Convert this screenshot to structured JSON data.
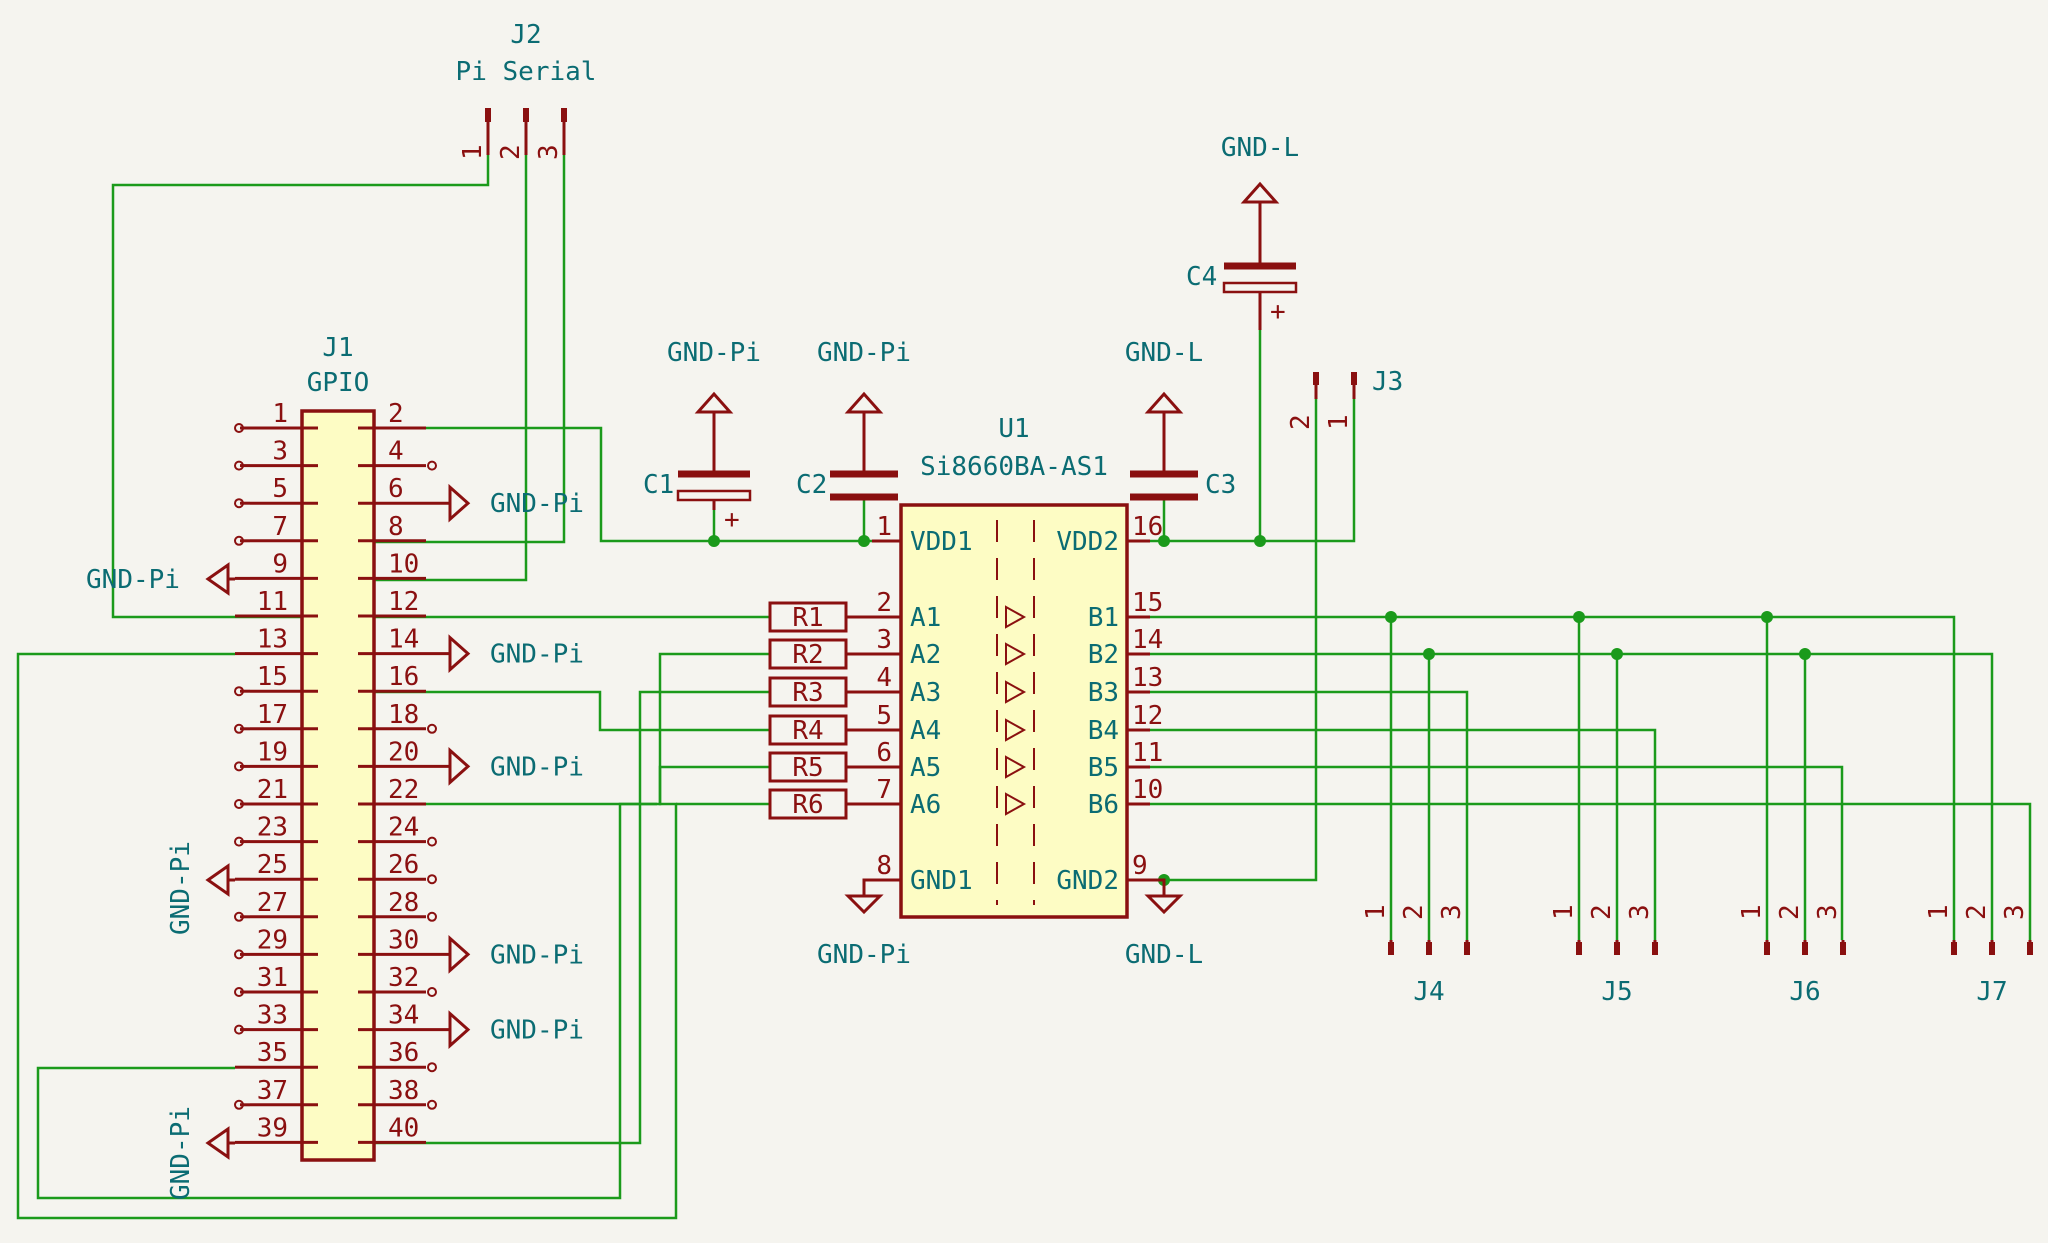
{
  "title": "",
  "refs": {
    "j1": {
      "ref": "J1",
      "value": "GPIO"
    },
    "j2": {
      "ref": "J2",
      "value": "Pi Serial"
    },
    "j3": {
      "ref": "J3"
    },
    "j4": {
      "ref": "J4"
    },
    "j5": {
      "ref": "J5"
    },
    "j6": {
      "ref": "J6"
    },
    "j7": {
      "ref": "J7"
    },
    "u1": {
      "ref": "U1",
      "value": "Si8660BA-AS1"
    },
    "c1": {
      "ref": "C1"
    },
    "c2": {
      "ref": "C2"
    },
    "c3": {
      "ref": "C3"
    },
    "c4": {
      "ref": "C4"
    },
    "r1": {
      "ref": "R1"
    },
    "r2": {
      "ref": "R2"
    },
    "r3": {
      "ref": "R3"
    },
    "r4": {
      "ref": "R4"
    },
    "r5": {
      "ref": "R5"
    },
    "r6": {
      "ref": "R6"
    }
  },
  "power": {
    "gnd_pi": "GND-Pi",
    "gnd_l": "GND-L"
  },
  "u1_pins": {
    "left": [
      {
        "num": "1",
        "name": "VDD1"
      },
      {
        "num": "2",
        "name": "A1"
      },
      {
        "num": "3",
        "name": "A2"
      },
      {
        "num": "4",
        "name": "A3"
      },
      {
        "num": "5",
        "name": "A4"
      },
      {
        "num": "6",
        "name": "A5"
      },
      {
        "num": "7",
        "name": "A6"
      },
      {
        "num": "8",
        "name": "GND1"
      }
    ],
    "right": [
      {
        "num": "16",
        "name": "VDD2"
      },
      {
        "num": "15",
        "name": "B1"
      },
      {
        "num": "14",
        "name": "B2"
      },
      {
        "num": "13",
        "name": "B3"
      },
      {
        "num": "12",
        "name": "B4"
      },
      {
        "num": "11",
        "name": "B5"
      },
      {
        "num": "10",
        "name": "B6"
      },
      {
        "num": "9",
        "name": "GND2"
      }
    ]
  },
  "gpio_odd": [
    "1",
    "3",
    "5",
    "7",
    "9",
    "11",
    "13",
    "15",
    "17",
    "19",
    "21",
    "23",
    "25",
    "27",
    "29",
    "31",
    "33",
    "35",
    "37",
    "39"
  ],
  "gpio_even": [
    "2",
    "4",
    "6",
    "8",
    "10",
    "12",
    "14",
    "16",
    "18",
    "20",
    "22",
    "24",
    "26",
    "28",
    "30",
    "32",
    "34",
    "36",
    "38",
    "40"
  ],
  "three_pin": [
    "1",
    "2",
    "3"
  ],
  "two_pin": [
    "2",
    "1"
  ],
  "cap_plus": "+"
}
